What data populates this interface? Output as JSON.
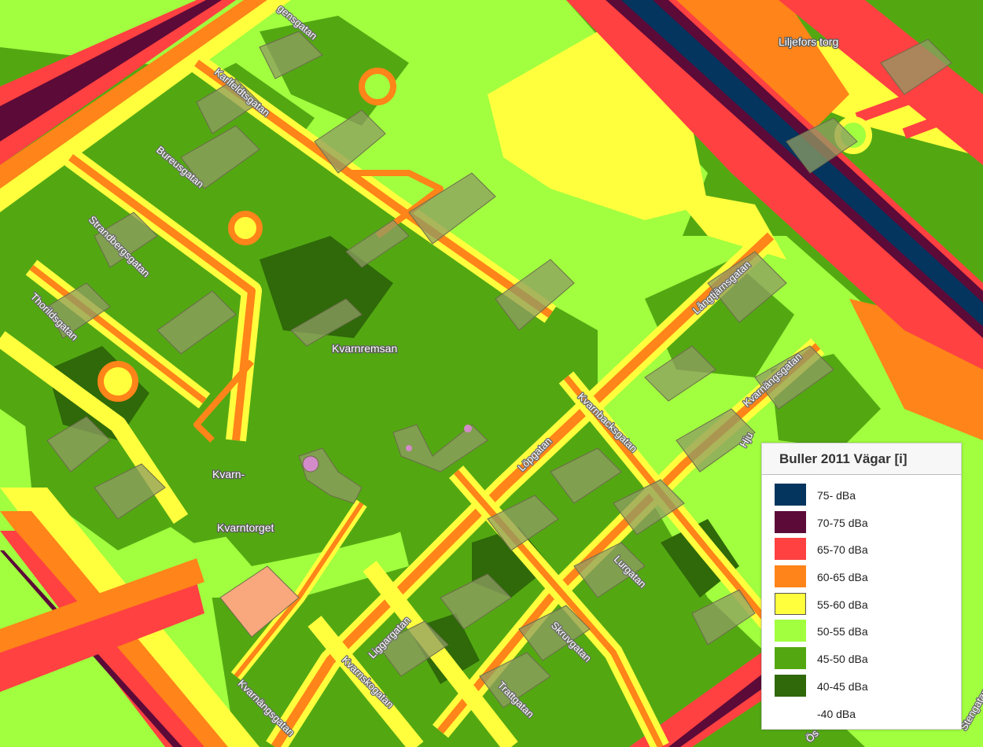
{
  "map": {
    "noise_colors": {
      "band_75_plus": "#03355f",
      "band_70_75": "#5c0a38",
      "band_65_70": "#ff4141",
      "band_60_65": "#ff8419",
      "band_55_60": "#ffff3d",
      "band_50_55": "#a1ff3f",
      "band_45_50": "#53a812",
      "band_40_45": "#2f6909",
      "band_below_40": "#ffffff",
      "building_fill": "#8f9c64",
      "building_stroke": "#6b6b4a",
      "highlight_building": "#f8a87c"
    },
    "street_labels": [
      "Liljefors torg",
      "Karlfeldtsgatan",
      "Bureusgatan",
      "Strandbergsgatan",
      "Thorildsgatan",
      "Kvarnremsan",
      "Kvarn-",
      "Kvarntorget",
      "Långtjärnsgatan",
      "Kvarnängsgatan",
      "Kvarnbacksgatan",
      "Löpgatan",
      "Lurgatan",
      "Skruvgatan",
      "Liggargatan",
      "Kvarnskogatan",
      "Trattgatan",
      "Kvarnängsgatan",
      "Hju",
      "Ös",
      "Stengatan",
      "gensgatan"
    ]
  },
  "legend": {
    "title": "Buller 2011 Vägar [i]",
    "entries": [
      {
        "label": "75- dBa",
        "color": "#03355f"
      },
      {
        "label": "70-75 dBa",
        "color": "#5c0a38"
      },
      {
        "label": "65-70 dBa",
        "color": "#ff4141"
      },
      {
        "label": "60-65 dBa",
        "color": "#ff8419"
      },
      {
        "label": "55-60 dBa",
        "color": "#ffff3d",
        "outlined": true
      },
      {
        "label": "50-55 dBa",
        "color": "#a1ff3f"
      },
      {
        "label": "45-50 dBa",
        "color": "#53a812"
      },
      {
        "label": "40-45 dBa",
        "color": "#2f6909"
      },
      {
        "label": "-40 dBa",
        "color": "#ffffff"
      }
    ]
  }
}
